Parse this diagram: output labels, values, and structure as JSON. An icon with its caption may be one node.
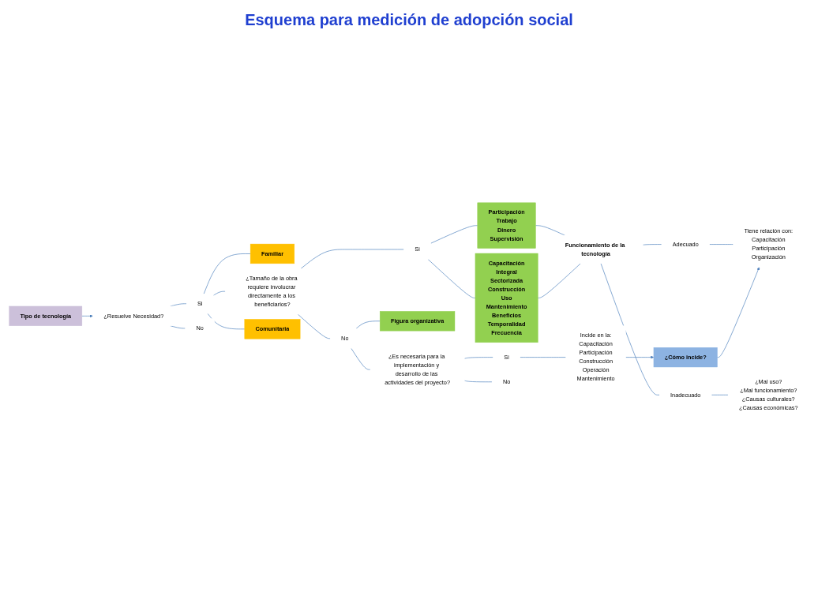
{
  "diagram": {
    "title": "Esquema para medición de adopción social",
    "nodes": [
      {
        "text": [
          "Tipo de tecnología"
        ]
      },
      {
        "text": [
          "¿Resuelve Necesidad?"
        ]
      },
      {
        "text": [
          "Si"
        ]
      },
      {
        "text": [
          "No"
        ]
      },
      {
        "text": [
          "Familiar"
        ]
      },
      {
        "text": [
          "¿Tamaño de la obra requiere involucrar directamente a los beneficiarios?"
        ]
      },
      {
        "text": [
          "Comunitaria"
        ]
      },
      {
        "text": [
          "Si"
        ]
      },
      {
        "text": [
          "No"
        ]
      },
      {
        "text": [
          "Participación",
          "Trabajo",
          "Dinero",
          "Supervisión"
        ]
      },
      {
        "text": [
          "Capacitación",
          "Integral",
          "Sectorizada",
          "Construcción",
          "Uso",
          "Mantenimiento",
          "Beneficios",
          "Temporalidad",
          "Frecuencia"
        ]
      },
      {
        "text": [
          "Funcionamiento de la tecnología"
        ]
      },
      {
        "text": [
          "Adecuado"
        ]
      },
      {
        "text": [
          "Tiene relación con:",
          "Capacitación",
          "Participación",
          "Organización"
        ]
      },
      {
        "text": [
          "Inadecuado"
        ]
      },
      {
        "text": [
          "¿Mal uso?",
          "¿Mal funcionamiento?",
          "¿Causas culturales?",
          "¿Causas económicas?"
        ]
      },
      {
        "text": [
          "Figura organizativa"
        ]
      },
      {
        "text": [
          "¿Es necesaria para la implementación y desarrollo de las actividades del proyecto?"
        ]
      },
      {
        "text": [
          "Si"
        ]
      },
      {
        "text": [
          "No"
        ]
      },
      {
        "text": [
          "Incide en la:",
          "Capacitación",
          "Participación",
          "Construcción",
          "Operación",
          "Mantenimiento"
        ]
      },
      {
        "text": [
          "¿Cómo incide?"
        ]
      }
    ],
    "edges": [
      {
        "from": 0,
        "to": 1,
        "arrow": "to"
      },
      {
        "from": 1,
        "to": 2,
        "arrow": "none"
      },
      {
        "from": 1,
        "to": 3,
        "arrow": "none"
      },
      {
        "from": 2,
        "to": 4,
        "arrow": "none"
      },
      {
        "from": 2,
        "to": 5,
        "arrow": "none"
      },
      {
        "from": 2,
        "to": 6,
        "arrow": "none"
      },
      {
        "from": 5,
        "to": 7,
        "arrow": "none"
      },
      {
        "from": 5,
        "to": 8,
        "arrow": "none"
      },
      {
        "from": 7,
        "to": 9,
        "arrow": "none"
      },
      {
        "from": 7,
        "to": 10,
        "arrow": "none"
      },
      {
        "from": 9,
        "to": 11,
        "arrow": "none"
      },
      {
        "from": 10,
        "to": 11,
        "arrow": "none"
      },
      {
        "from": 11,
        "to": 12,
        "arrow": "none"
      },
      {
        "from": 11,
        "to": 14,
        "arrow": "none"
      },
      {
        "from": 12,
        "to": 13,
        "arrow": "none"
      },
      {
        "from": 14,
        "to": 15,
        "arrow": "none"
      },
      {
        "from": 8,
        "to": 16,
        "arrow": "none"
      },
      {
        "from": 8,
        "to": 17,
        "arrow": "none"
      },
      {
        "from": 17,
        "to": 18,
        "arrow": "none"
      },
      {
        "from": 17,
        "to": 19,
        "arrow": "none"
      },
      {
        "from": 18,
        "to": 20,
        "arrow": "none"
      },
      {
        "from": 20,
        "to": 21,
        "arrow": "to"
      },
      {
        "from": 21,
        "to": 13,
        "arrow": "to"
      }
    ]
  }
}
